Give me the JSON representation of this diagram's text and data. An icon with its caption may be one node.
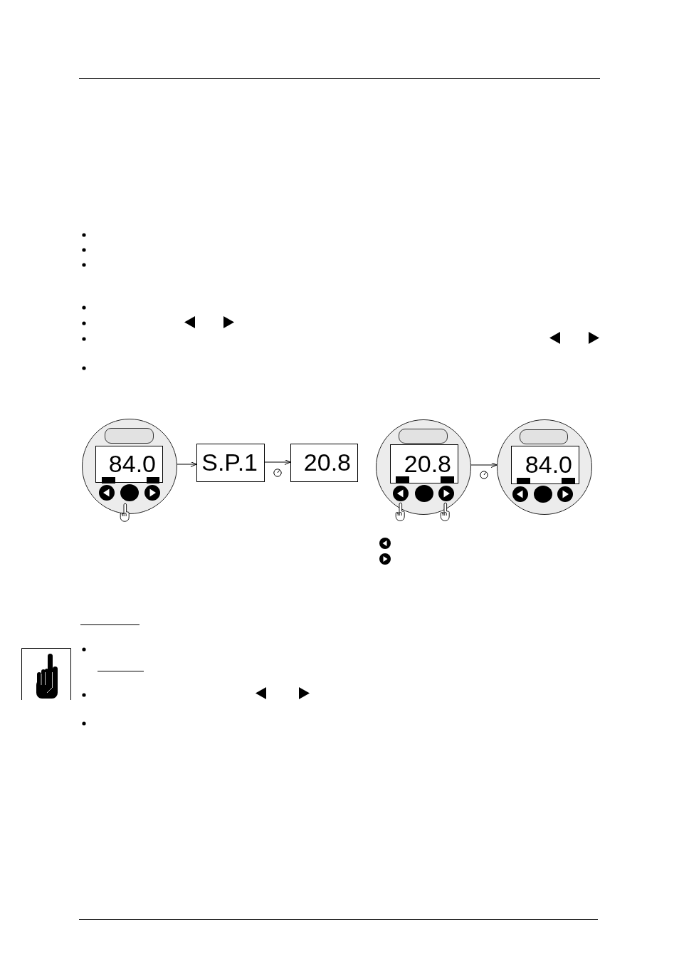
{
  "diagram": {
    "nodes": [
      {
        "text": [],
        "shape": "circle"
      },
      {
        "text": [
          "84.0"
        ],
        "in": 0
      },
      {
        "text": [
          "S.P.1"
        ]
      },
      {
        "text": [
          "20.8"
        ]
      },
      {
        "text": [],
        "shape": "circle"
      },
      {
        "text": [
          "20.8"
        ],
        "in": 4
      },
      {
        "text": [],
        "shape": "circle"
      },
      {
        "text": [
          "84.0"
        ],
        "in": 6
      }
    ],
    "edges": [
      {
        "from": 0,
        "to": 2,
        "arrow": "to"
      },
      {
        "from": 2,
        "to": 3,
        "arrow": "to"
      },
      {
        "from": 4,
        "to": 6,
        "arrow": "to"
      }
    ]
  }
}
